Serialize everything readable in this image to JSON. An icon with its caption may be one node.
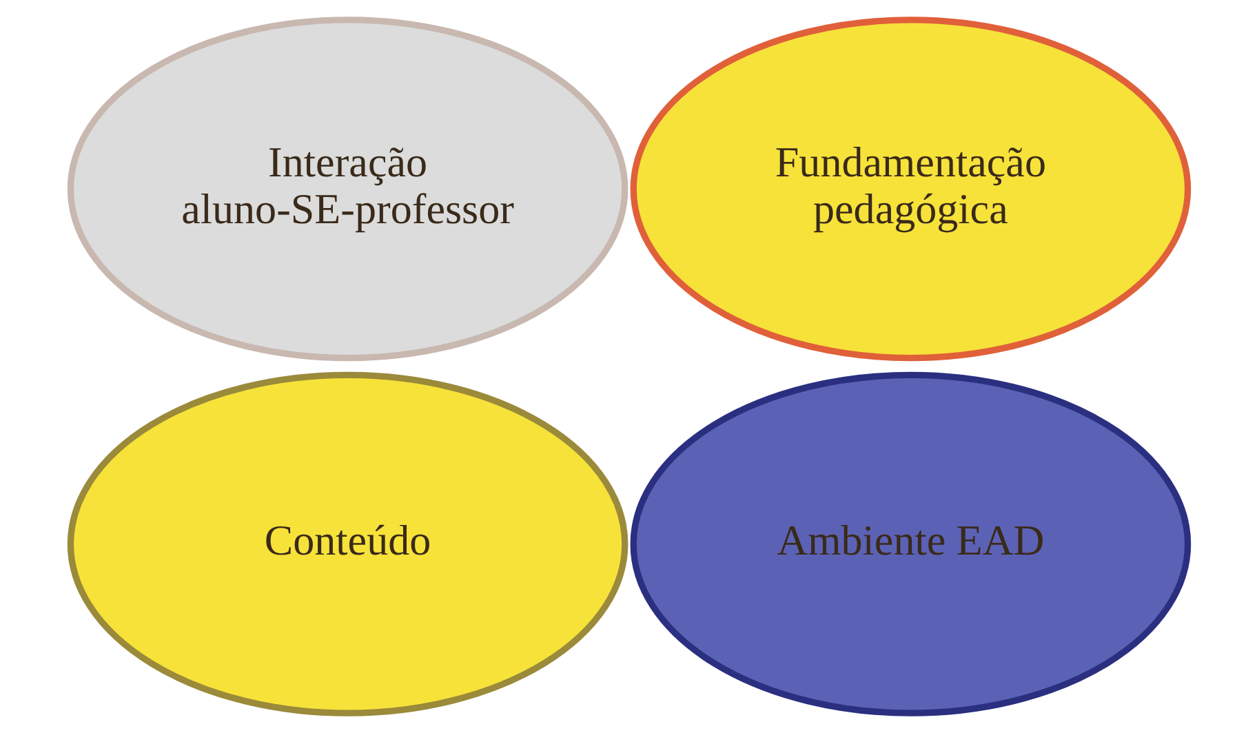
{
  "diagram": {
    "nodes": [
      {
        "text": [
          "Interação aluno-SE-professor"
        ]
      },
      {
        "text": [
          "Fundamentação pedagógica"
        ]
      },
      {
        "text": [
          "Conteúdo"
        ]
      },
      {
        "text": [
          "Ambiente EAD"
        ]
      }
    ]
  }
}
